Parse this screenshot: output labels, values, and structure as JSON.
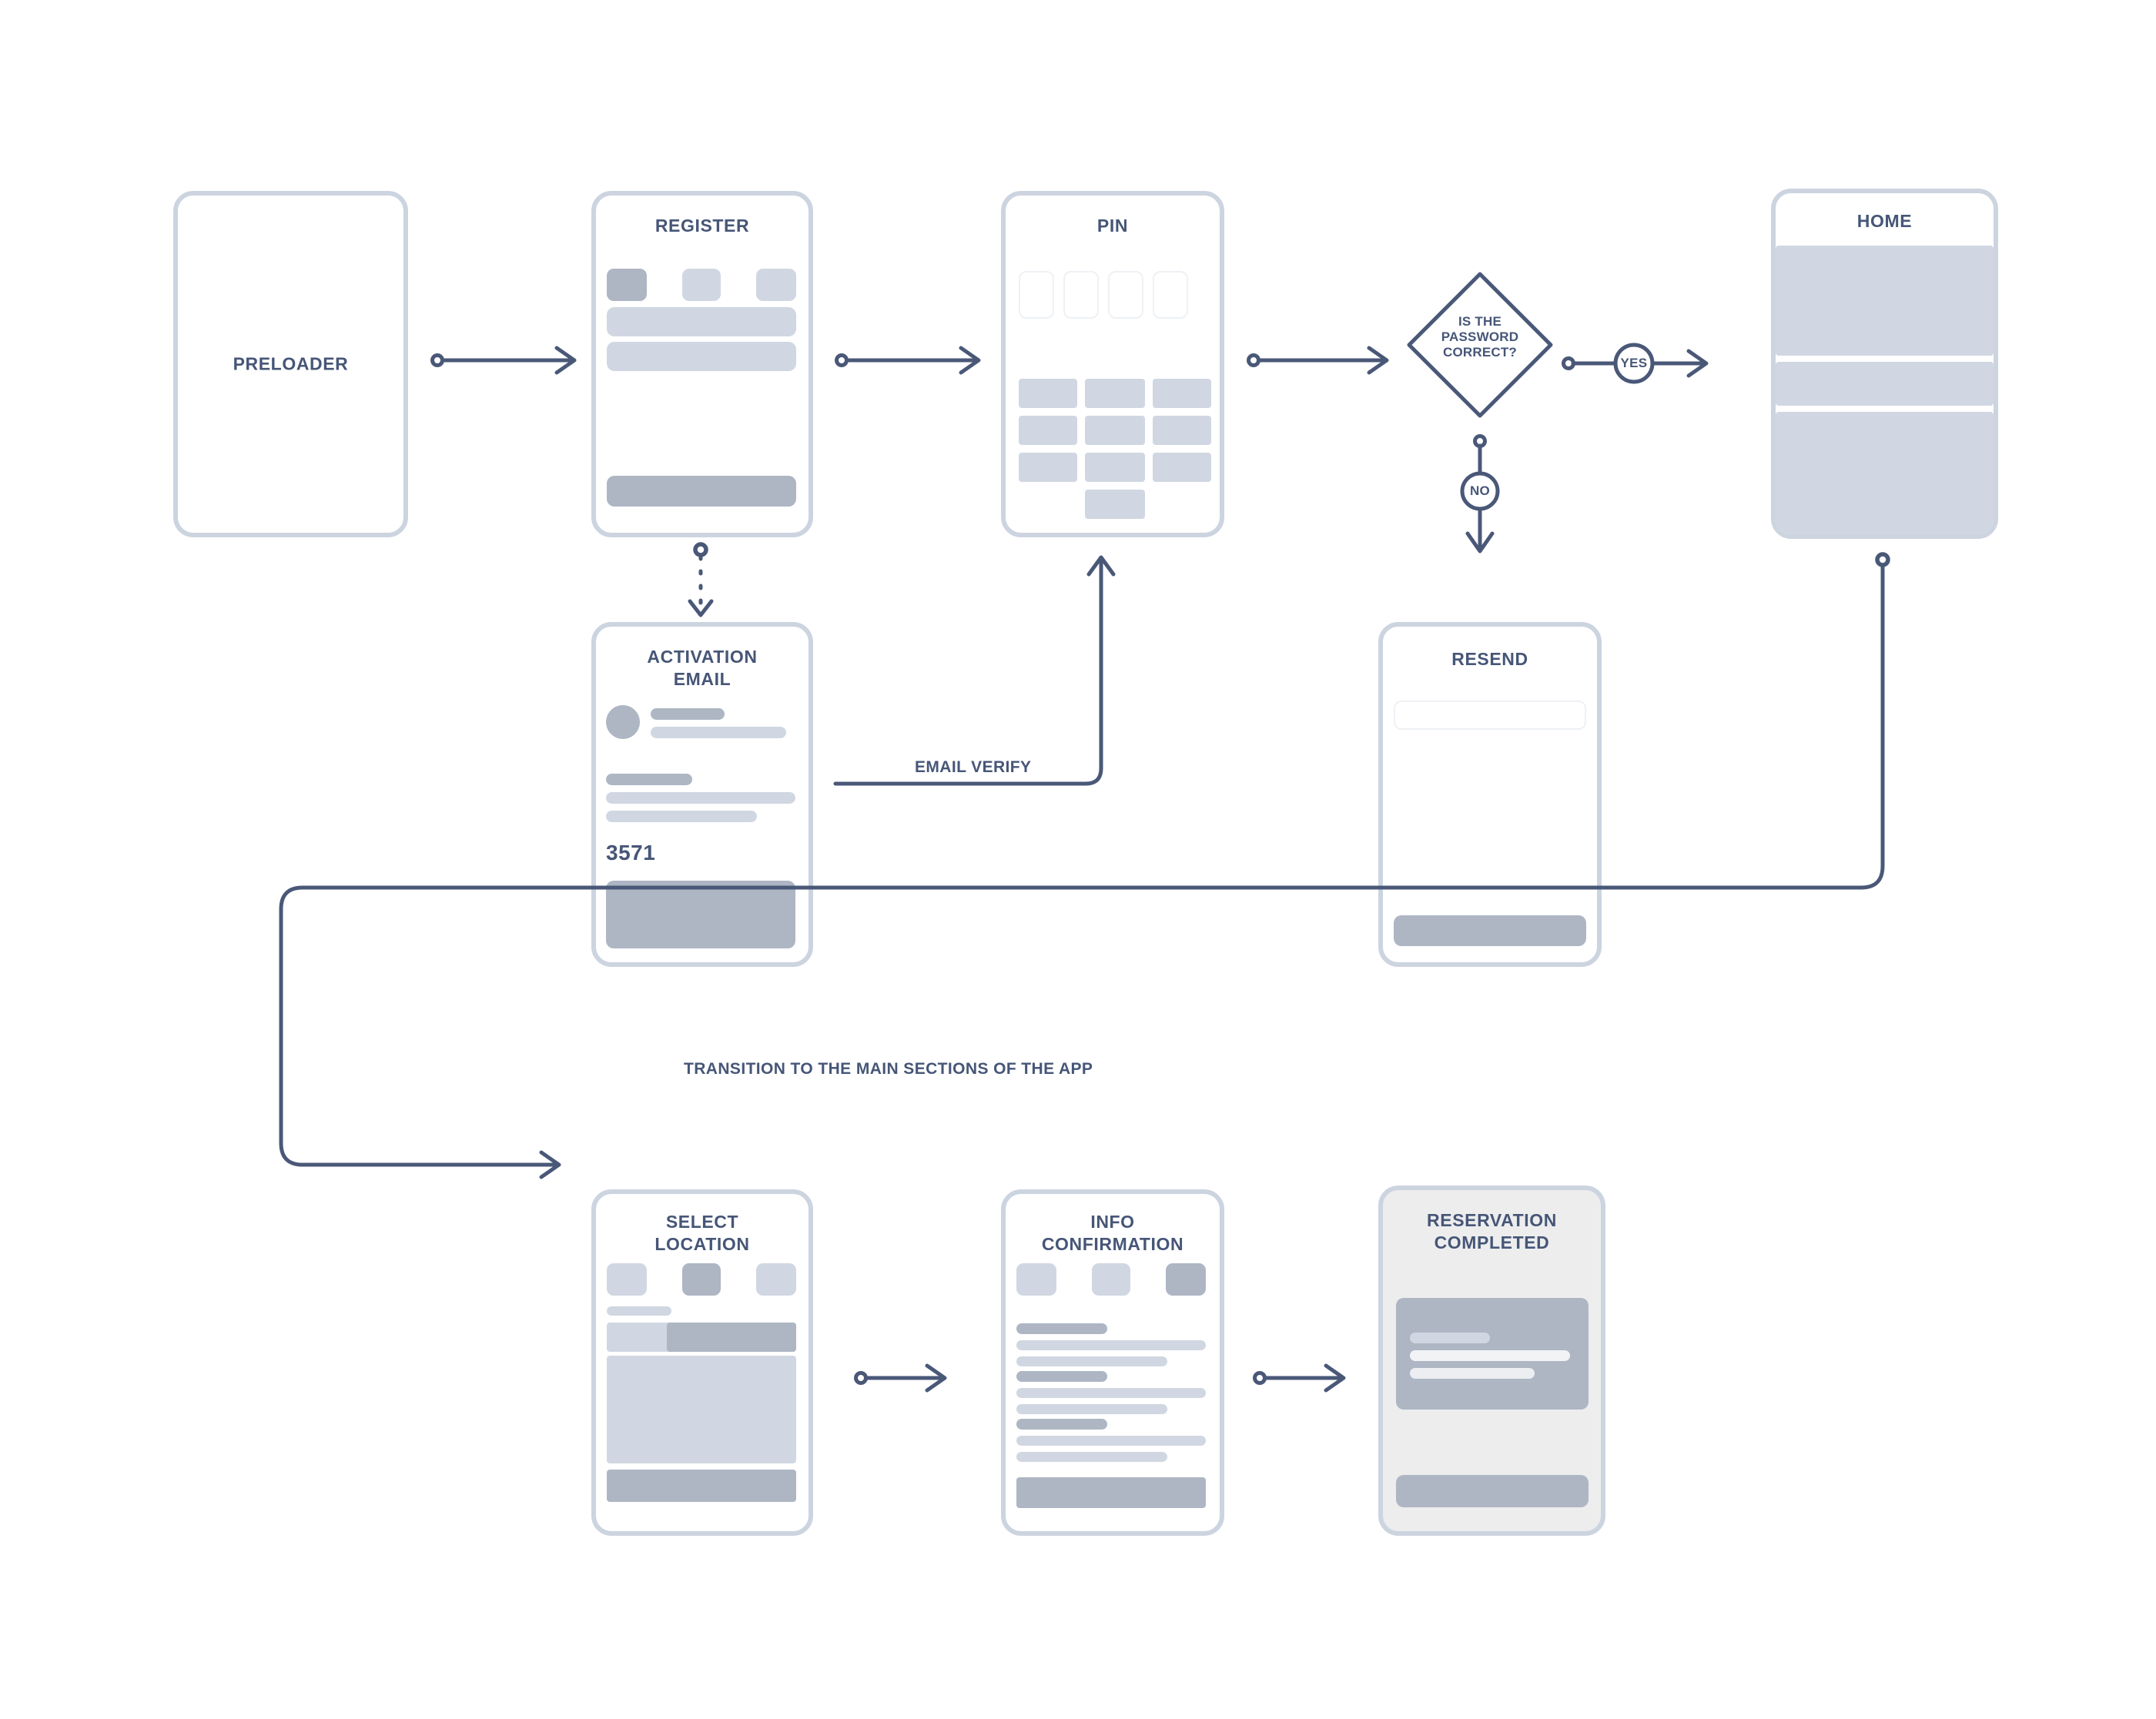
{
  "diagram": {
    "type": "user-flow-wireframe",
    "accent_line_color": "#4a5878",
    "frame_border_color": "#ccd4e0",
    "title_text_color": "#465677",
    "block_color": "#d0d7e2",
    "block_dark_color": "#aeb6c4"
  },
  "screens": {
    "preloader": {
      "title": "PRELOADER"
    },
    "register": {
      "title": "REGISTER"
    },
    "pin": {
      "title": "PIN"
    },
    "home": {
      "title": "HOME"
    },
    "activation": {
      "title": "ACTIVATION\nEMAIL",
      "code": "3571"
    },
    "resend": {
      "title": "RESEND"
    },
    "select_location": {
      "title": "SELECT\nLOCATION"
    },
    "info_confirmation": {
      "title": "INFO\nCONFIRMATION"
    },
    "reservation_completed": {
      "title": "RESERVATION\nCOMPLETED"
    }
  },
  "decision": {
    "question": "IS THE\nPASSWORD\nCORRECT?",
    "yes_label": "YES",
    "no_label": "NO"
  },
  "edges": {
    "email_verify": "EMAIL VERIFY",
    "transition": "TRANSITION TO THE MAIN SECTIONS OF THE APP"
  }
}
